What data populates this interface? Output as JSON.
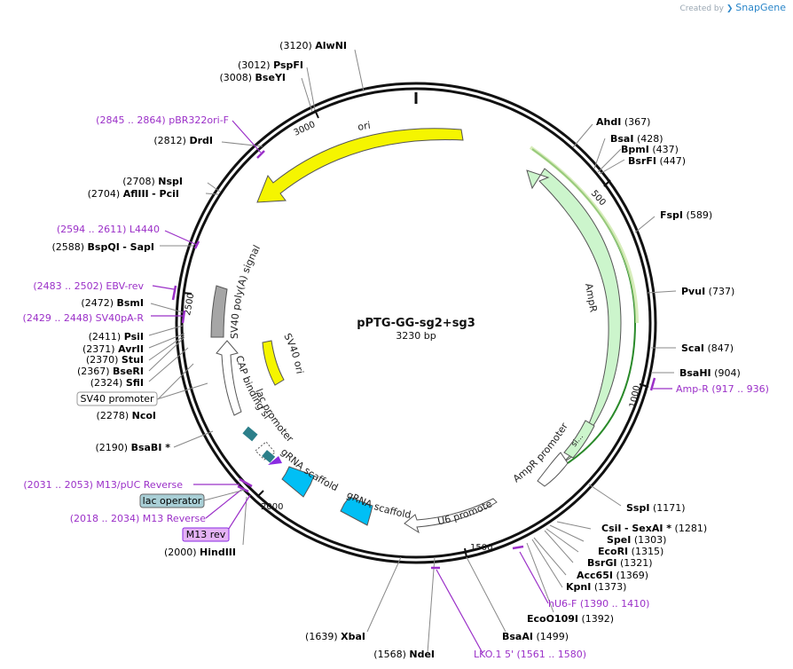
{
  "header": {
    "created_by": "Created by",
    "brand": "SnapGene"
  },
  "plasmid": {
    "name": "pPTG-GG-sg2+sg3",
    "size_label": "3230 bp",
    "length": 3230
  },
  "ring_labels": [
    "500",
    "1000",
    "1500",
    "2000",
    "2500",
    "3000"
  ],
  "features": [
    {
      "label": "ori",
      "color": "#f5f500"
    },
    {
      "label": "AmpR",
      "color": "#ccf5cc"
    },
    {
      "label": "AmpR promoter",
      "color": "#ffffff"
    },
    {
      "label": "U6 promoter",
      "color": "#ffffff"
    },
    {
      "label": "gRNA scaffold",
      "color": "#00bff5"
    },
    {
      "label": "gRNA scaffold",
      "color": "#00bff5"
    },
    {
      "label": "lac promoter",
      "color": "#ffffff"
    },
    {
      "label": "CAP binding site",
      "color": "#ffffff"
    },
    {
      "label": "SV40 poly(A) signal",
      "color": "#a6a6a6"
    },
    {
      "label": "SV40 ori",
      "color": "#f5f500"
    },
    {
      "label": "si...",
      "color": "#ccf5cc"
    }
  ],
  "sites": [
    {
      "pos": "(3120)",
      "name": "AlwNI"
    },
    {
      "pos": "(3012)",
      "name": "PspFI"
    },
    {
      "pos": "(3008)",
      "name": "BseYI"
    },
    {
      "pos": "(2812)",
      "name": "DrdI"
    },
    {
      "pos": "(2708)",
      "name": "NspI"
    },
    {
      "pos": "(2704)",
      "name": "AflIII",
      "extra": "- PciI"
    },
    {
      "pos": "(2588)",
      "name": "BspQI",
      "extra": "- SapI"
    },
    {
      "pos": "(2472)",
      "name": "BsmI"
    },
    {
      "pos": "(2411)",
      "name": "PsiI"
    },
    {
      "pos": "(2371)",
      "name": "AvrII"
    },
    {
      "pos": "(2370)",
      "name": "StuI"
    },
    {
      "pos": "(2367)",
      "name": "BseRI"
    },
    {
      "pos": "(2324)",
      "name": "SfiI"
    },
    {
      "pos": "(2278)",
      "name": "NcoI"
    },
    {
      "pos": "(2190)",
      "name": "BsaBI *"
    },
    {
      "pos": "(2000)",
      "name": "HindIII"
    },
    {
      "pos": "(1639)",
      "name": "XbaI"
    },
    {
      "pos": "(1568)",
      "name": "NdeI"
    },
    {
      "pos": "(1499)",
      "name": "BsaAI"
    },
    {
      "pos": "(1392)",
      "name": "EcoO109I"
    },
    {
      "pos": "(1373)",
      "name": "KpnI"
    },
    {
      "pos": "(1369)",
      "name": "Acc65I"
    },
    {
      "pos": "(1321)",
      "name": "BsrGI"
    },
    {
      "pos": "(1315)",
      "name": "EcoRI"
    },
    {
      "pos": "(1303)",
      "name": "SpeI"
    },
    {
      "pos": "(1281)",
      "name": "CsiI",
      "extra": "- SexAI *"
    },
    {
      "pos": "(1171)",
      "name": "SspI"
    },
    {
      "pos": "(904)",
      "name": "BsaHI"
    },
    {
      "pos": "(847)",
      "name": "ScaI"
    },
    {
      "pos": "(737)",
      "name": "PvuI"
    },
    {
      "pos": "(589)",
      "name": "FspI"
    },
    {
      "pos": "(447)",
      "name": "BsrFI"
    },
    {
      "pos": "(437)",
      "name": "BpmI"
    },
    {
      "pos": "(428)",
      "name": "BsaI"
    },
    {
      "pos": "(367)",
      "name": "AhdI"
    }
  ],
  "primers": [
    {
      "range": "(2845 .. 2864)",
      "name": "pBR322ori-F"
    },
    {
      "range": "(2594 .. 2611)",
      "name": "L4440"
    },
    {
      "range": "(2483 .. 2502)",
      "name": "EBV-rev"
    },
    {
      "range": "(2429 .. 2448)",
      "name": "SV40pA-R"
    },
    {
      "range": "(2031 .. 2053)",
      "name": "M13/pUC Reverse"
    },
    {
      "range": "(2018 .. 2034)",
      "name": "M13 Reverse"
    },
    {
      "range": "(1390 .. 1410)",
      "name": "hU6-F"
    },
    {
      "range": "(1561 .. 1580)",
      "name": "LKO.1 5'"
    },
    {
      "range": "(917 .. 936)",
      "name": "Amp-R"
    }
  ],
  "boxed_labels": [
    {
      "text": "SV40 promoter",
      "fill": "#ffffff",
      "stroke": "#999999"
    },
    {
      "text": "lac operator",
      "fill": "#a9cfd6",
      "stroke": "#666666"
    },
    {
      "text": "M13 rev",
      "fill": "#e5b3f5",
      "stroke": "#8a2be2"
    }
  ],
  "colors": {
    "backbone": "#111111",
    "primer": "#9b30c8",
    "site_text": "#000000",
    "leader": "#888888"
  }
}
